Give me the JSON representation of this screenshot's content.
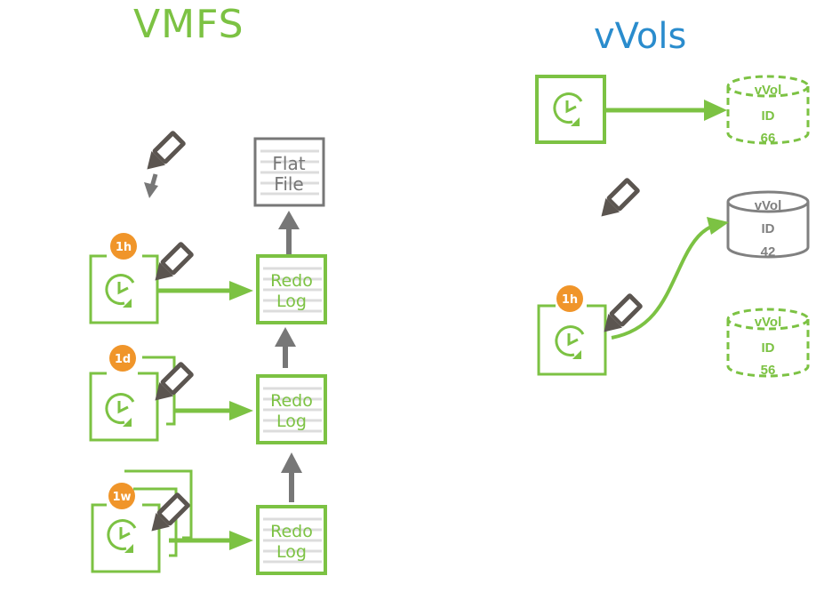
{
  "vmfs": {
    "title": "VMFS",
    "flat_file": {
      "line1": "Flat",
      "line2": "File"
    },
    "redo_logs": [
      {
        "line1": "Redo",
        "line2": "Log"
      },
      {
        "line1": "Redo",
        "line2": "Log"
      },
      {
        "line1": "Redo",
        "line2": "Log"
      }
    ],
    "snapshots": [
      {
        "badge": "1h",
        "icon": "clock-icon"
      },
      {
        "badge": "1d",
        "icon": "clock-icon"
      },
      {
        "badge": "1w",
        "icon": "clock-icon"
      }
    ]
  },
  "vvols": {
    "title": "vVols",
    "snapshot_badge": "1h",
    "volumes": [
      {
        "line1": "vVol",
        "line2": "ID",
        "line3": "66",
        "style": "dashed",
        "color": "#7cc243"
      },
      {
        "line1": "vVol",
        "line2": "ID",
        "line3": "42",
        "style": "solid",
        "color": "#808080"
      },
      {
        "line1": "vVol",
        "line2": "ID",
        "line3": "56",
        "style": "dashed",
        "color": "#7cc243"
      }
    ]
  },
  "colors": {
    "green": "#7cc243",
    "gray": "#777777",
    "orange": "#f0952a",
    "blue": "#2a8ccd"
  }
}
